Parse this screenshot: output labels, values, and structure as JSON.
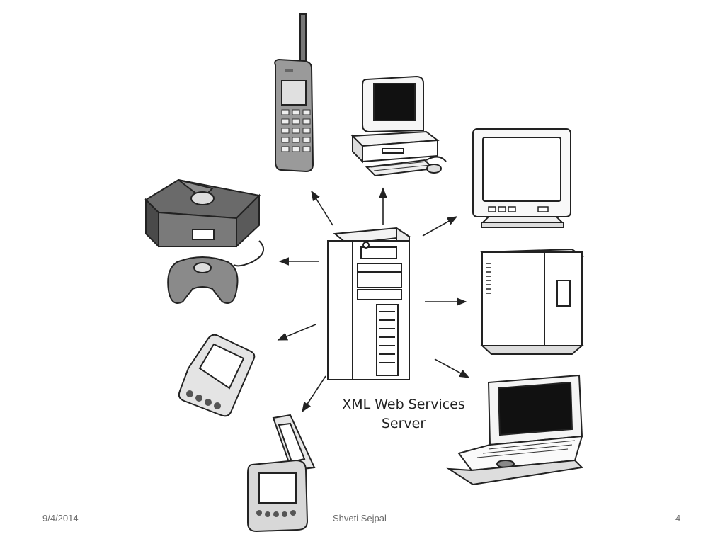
{
  "diagram": {
    "server_caption_line1": "XML Web Services",
    "server_caption_line2": "Server",
    "client_devices": [
      "cordless-phone",
      "desktop-computer",
      "crt-monitor",
      "tower-computer",
      "laptop",
      "flip-pda",
      "pda",
      "game-console"
    ]
  },
  "footer": {
    "date": "9/4/2014",
    "author": "Shveti Sejpal",
    "page_number": "4"
  }
}
